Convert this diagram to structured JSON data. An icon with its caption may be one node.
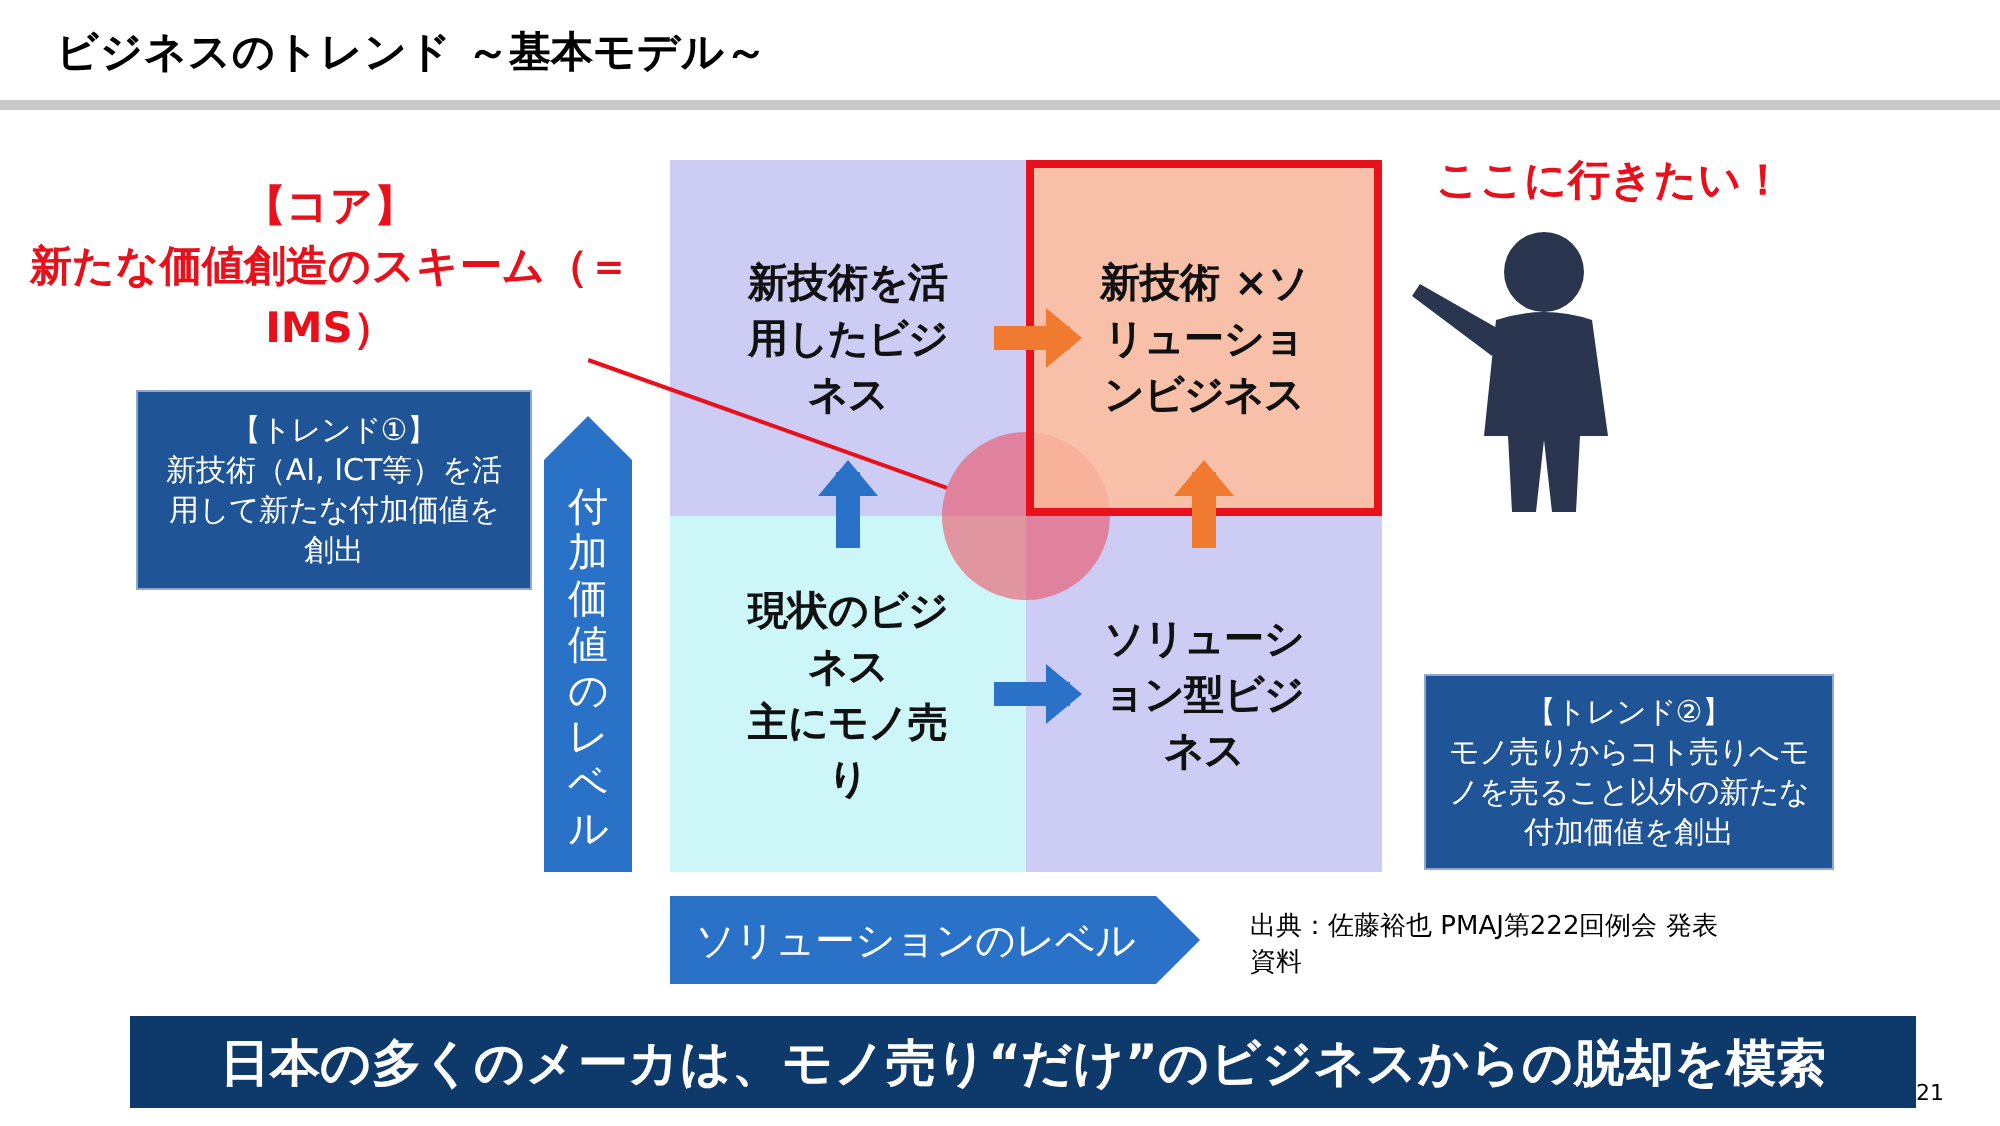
{
  "diagram": {
    "title": "ビジネスのトレンド ～基本モデル～",
    "nodes": [
      {
        "text": [
          "【コア】",
          "新たな価値創造のスキーム（＝IMS）"
        ]
      },
      {
        "text": [
          "新技術を活用したビジネス"
        ]
      },
      {
        "text": [
          "新技術 ×ソリューションビジネス"
        ]
      },
      {
        "text": [
          "現状のビジネス",
          "主にモノ売り"
        ]
      },
      {
        "text": [
          "ソリューション型ビジネス"
        ]
      },
      {
        "text": [],
        "shape": "circle"
      },
      {
        "text": [
          "【トレンド①】",
          "新技術（AI, ICT等）を活用して新たな付加価値を創出"
        ]
      },
      {
        "text": [
          "付加価値のレベル"
        ]
      },
      {
        "text": [
          "【トレンド②】",
          "モノ売りからコト売りへモノを売ること以外の新たな付加価値を創出"
        ]
      },
      {
        "text": [
          "ソリューションのレベル"
        ]
      },
      {
        "text": [
          "日本の多くのメーカは、モノ売り“だけ”のビジネスからの脱却を模索"
        ]
      }
    ],
    "edges": [
      {
        "from": 0,
        "to": 5,
        "arrow": "none",
        "color": "#e8101a"
      },
      {
        "from": 3,
        "to": 1,
        "arrow": "to"
      },
      {
        "from": 3,
        "to": 4,
        "arrow": "to"
      },
      {
        "from": 1,
        "to": 2,
        "arrow": "to",
        "color": "#f07a30"
      },
      {
        "from": 4,
        "to": 2,
        "arrow": "to",
        "color": "#f07a30"
      }
    ],
    "labels": [
      "ここに行きたい！",
      "出典：佐藤裕也 PMAJ第222回例会 発表資料",
      "21"
    ]
  }
}
